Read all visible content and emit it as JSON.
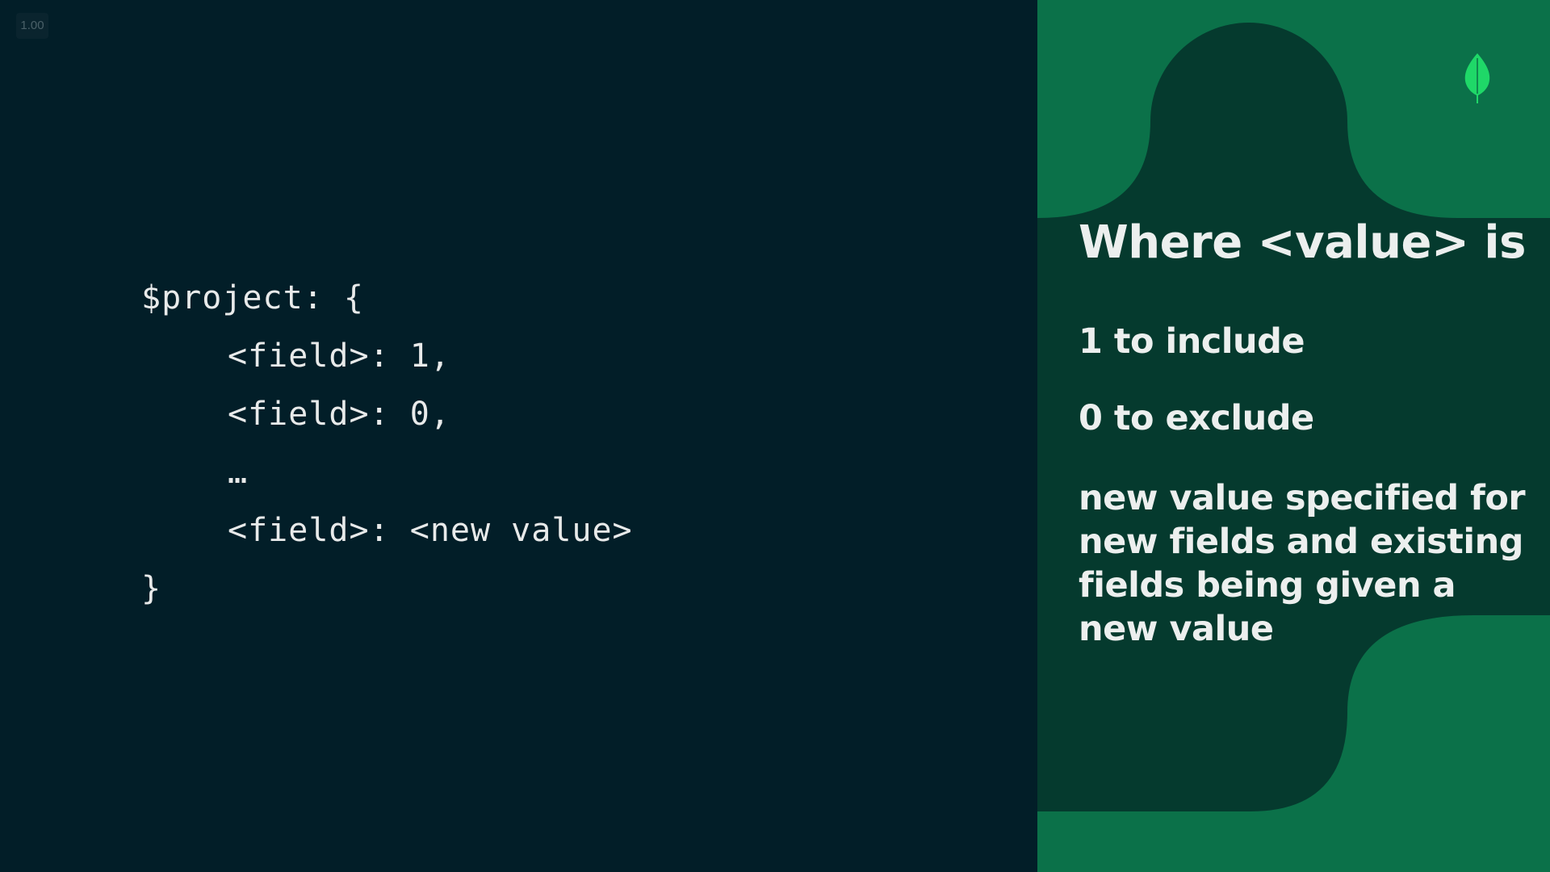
{
  "toolbar": {
    "zoom_label": "1.00"
  },
  "code": {
    "lines": [
      "$project: {",
      "<field>: 1,",
      "<field>: 0,",
      "…",
      "<field>: <new value>",
      "}"
    ]
  },
  "panel": {
    "title": "Where <value> is",
    "items": [
      "1 to include",
      "0 to exclude",
      "new value specified for new fields and existing fields being given a new value"
    ]
  },
  "logo": {
    "icon": "leaf-icon"
  },
  "colors": {
    "left_background": "#021e28",
    "right_background": "#0b7149",
    "dark_shape": "#053a2e",
    "leaf": "#1fd868",
    "text": "#ecefee"
  }
}
